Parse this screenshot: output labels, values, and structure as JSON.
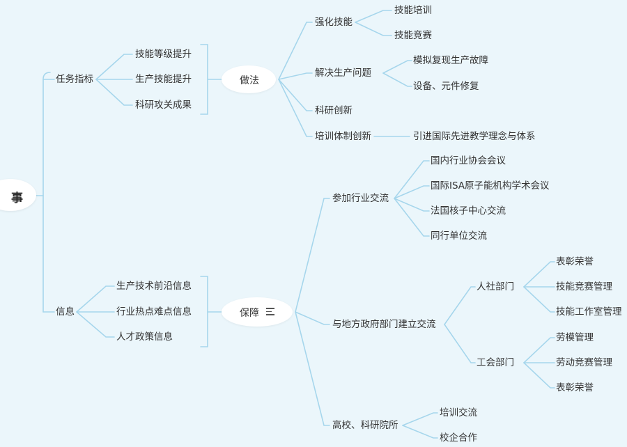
{
  "colors": {
    "background": "#ebf6fb",
    "connector": "#a6d6ec",
    "text": "#333333"
  },
  "root": "事",
  "branch1": {
    "label": "任务指标",
    "items": [
      "技能等级提升",
      "生产技能提升",
      "科研攻关成果"
    ],
    "summary": "做法",
    "children": [
      {
        "label": "强化技能",
        "children": [
          "技能培训",
          "技能竞赛"
        ]
      },
      {
        "label": "解决生产问题",
        "children": [
          "模拟复现生产故障",
          "设备、元件修复"
        ]
      },
      {
        "label": "科研创新",
        "children": []
      },
      {
        "label": "培训体制创新",
        "children": [
          "引进国际先进教学理念与体系"
        ]
      }
    ]
  },
  "branch2": {
    "label": "信息",
    "items": [
      "生产技术前沿信息",
      "行业热点难点信息",
      "人才政策信息"
    ],
    "summary": "保障",
    "summary_icon": "notes-icon",
    "children": [
      {
        "label": "参加行业交流",
        "children": [
          "国内行业协会会议",
          "国际ISA原子能机构学术会议",
          "法国核子中心交流",
          "同行单位交流"
        ]
      },
      {
        "label": "与地方政府部门建立交流",
        "children": [
          {
            "label": "人社部门",
            "children": [
              "表彰荣誉",
              "技能竞赛管理",
              "技能工作室管理"
            ]
          },
          {
            "label": "工会部门",
            "children": [
              "劳模管理",
              "劳动竞赛管理",
              "表彰荣誉"
            ]
          }
        ]
      },
      {
        "label": "高校、科研院所",
        "children": [
          "培训交流",
          "校企合作"
        ]
      }
    ]
  }
}
